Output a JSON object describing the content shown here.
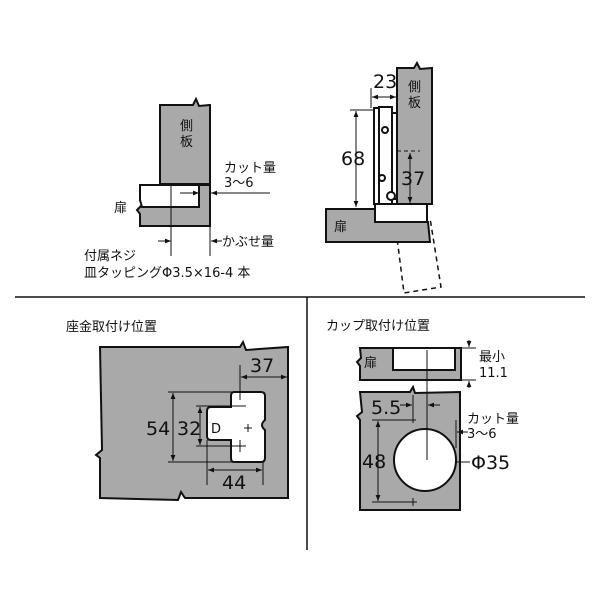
{
  "top_left": {
    "side_panel": "側板",
    "door": "扉",
    "cut_label": "カット量",
    "cut_value": "3～6",
    "overlay_label": "かぶせ量",
    "screw_label": "付属ネジ",
    "screw_spec": "皿タッピングΦ3.5×16-4 本"
  },
  "top_right": {
    "side_panel": "側板",
    "door": "扉",
    "dim_width": "23",
    "dim_height": "68",
    "dim_offset": "37"
  },
  "bottom_left": {
    "title": "座金取付け位置",
    "dim_37": "37",
    "dim_54": "54",
    "dim_32": "32",
    "dim_44": "44",
    "mark": "D"
  },
  "bottom_right": {
    "title": "カップ取付け位置",
    "door": "扉",
    "min_label": "最小",
    "min_value": "11.1",
    "dim_5_5": "5.5",
    "dim_48": "48",
    "cut_label": "カット量",
    "cut_value": "3～6",
    "diameter": "Φ35"
  }
}
